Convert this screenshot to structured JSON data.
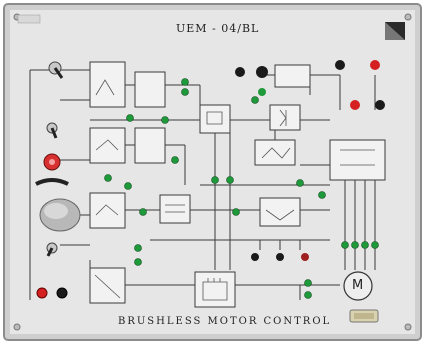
{
  "panel": {
    "model_code": "UEM - 04/BL",
    "footer_title": "BRUSHLESS  MOTOR  CONTROL",
    "motor_symbol": "M"
  },
  "colors": {
    "background": "#ffffff",
    "panel_face": "#e6e6e6",
    "frame": "#8c8c8c",
    "circuit_line": "#3b3b3b",
    "socket_green": "#1f9a3a",
    "socket_red": "#d42020",
    "socket_black": "#1a1a1a"
  },
  "icons": [
    "knob-icon",
    "toggle-switch-icon",
    "motor-icon",
    "chip-icon",
    "transistor-icon",
    "logo-icon"
  ]
}
